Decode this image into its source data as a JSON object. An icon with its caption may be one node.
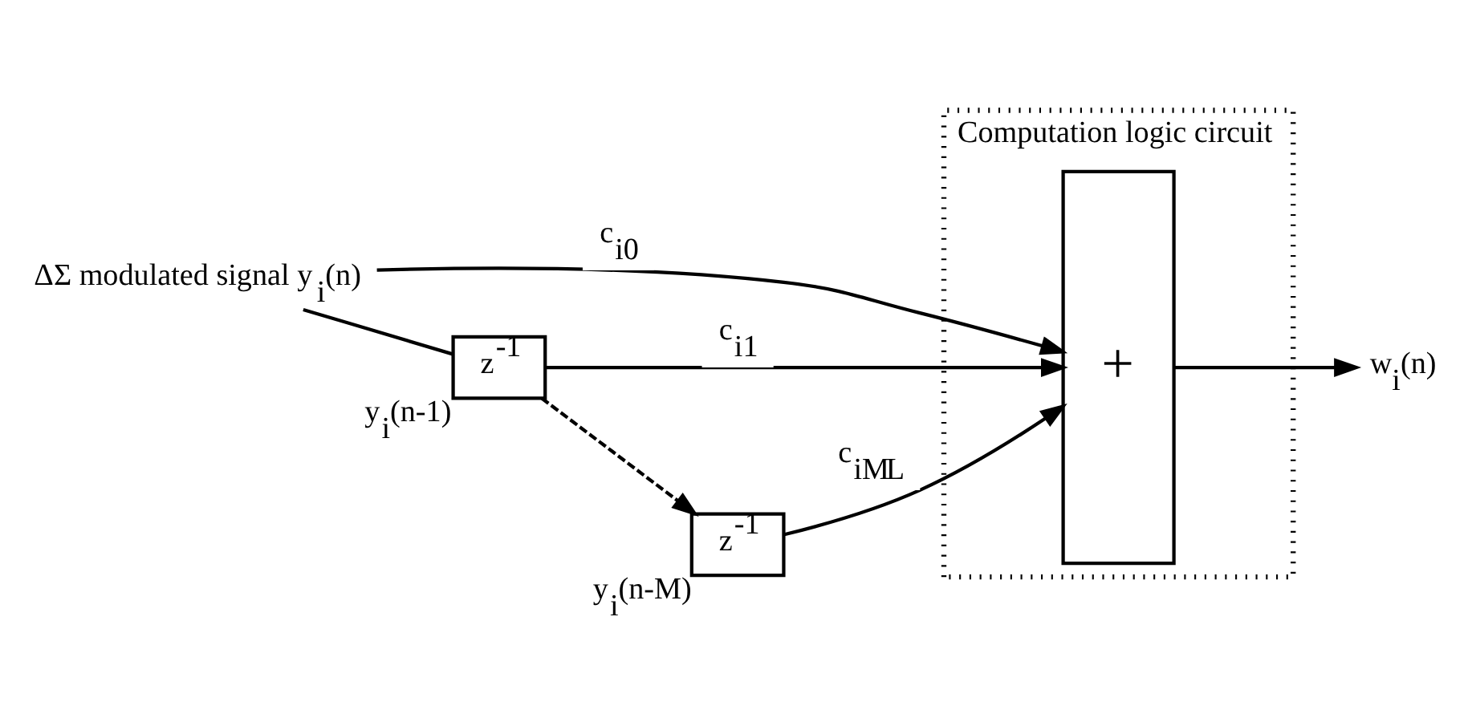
{
  "diagram": {
    "nodes": [
      {
        "text": [
          "ΔΣ modulated signal y$_{i}$(n)"
        ]
      },
      {
        "text": [
          "Computation logic circuit"
        ]
      },
      {
        "text": [
          "+"
        ],
        "in": 1
      },
      {
        "text": [
          "z$^{-1}$"
        ],
        "beside": [
          "y$_{i}$(n-1)"
        ]
      },
      {
        "text": [
          "z$^{-1}$"
        ],
        "beside": [
          "y$_{i}$(n-M)"
        ]
      },
      {
        "text": [
          "w$_{i}$(n)"
        ]
      }
    ],
    "edges": [
      {
        "from": 0,
        "to": 2,
        "arrow": "to",
        "label": "c$_{i0}$"
      },
      {
        "from": 0,
        "to": 3,
        "arrow": "none"
      },
      {
        "from": 3,
        "to": 2,
        "arrow": "to",
        "label": "c$_{i1}$"
      },
      {
        "from": 3,
        "to": 4,
        "arrow": "to",
        "style": "dashed"
      },
      {
        "from": 4,
        "to": 2,
        "arrow": "to",
        "label": "c$_{iM}$$_{L}$"
      },
      {
        "from": 2,
        "to": 5,
        "arrow": "to"
      }
    ]
  }
}
